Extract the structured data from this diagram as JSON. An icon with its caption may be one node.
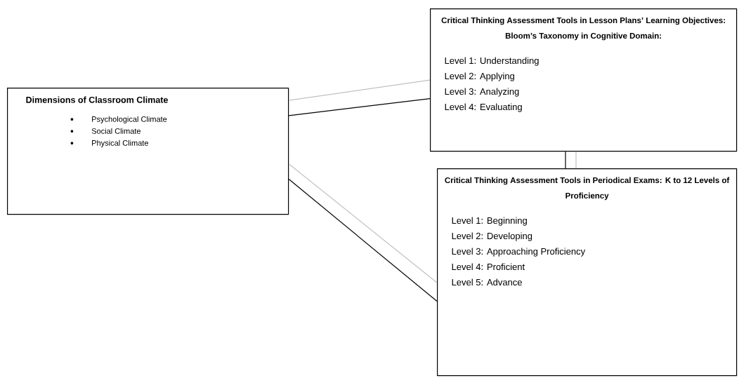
{
  "diagram": {
    "nodes": [
      {
        "text": [
          "Dimensions of Classroom Climate",
          "Psychological Climate",
          "Social Climate",
          "Physical Climate"
        ]
      },
      {
        "text": [
          "Critical Thinking Assessment Tools in Lesson Plans’ Learning Objectives: Bloom’s Taxonomy in Cognitive Domain:",
          "Level 1: Understanding",
          "Level 2: Applying",
          "Level 3: Analyzing",
          "Level 4: Evaluating"
        ]
      },
      {
        "text": [
          "Critical Thinking Assessment Tools in Periodical Exams: K to 12 Levels of Proficiency",
          "Level 1: Beginning",
          "Level 2: Developing",
          "Level 3: Approaching Proficiency",
          "Level 4: Proficient",
          "Level 5: Advance"
        ]
      }
    ],
    "edges": [
      {
        "from": 0,
        "to": 1,
        "arrow": "none"
      },
      {
        "from": 0,
        "to": 1,
        "arrow": "none",
        "color": "#c0c0c0"
      },
      {
        "from": 0,
        "to": 2,
        "arrow": "none"
      },
      {
        "from": 0,
        "to": 2,
        "arrow": "none",
        "color": "#c0c0c0"
      },
      {
        "from": 1,
        "to": 2,
        "arrow": "none"
      },
      {
        "from": 1,
        "to": 2,
        "arrow": "none",
        "color": "#c0c0c0"
      }
    ]
  }
}
